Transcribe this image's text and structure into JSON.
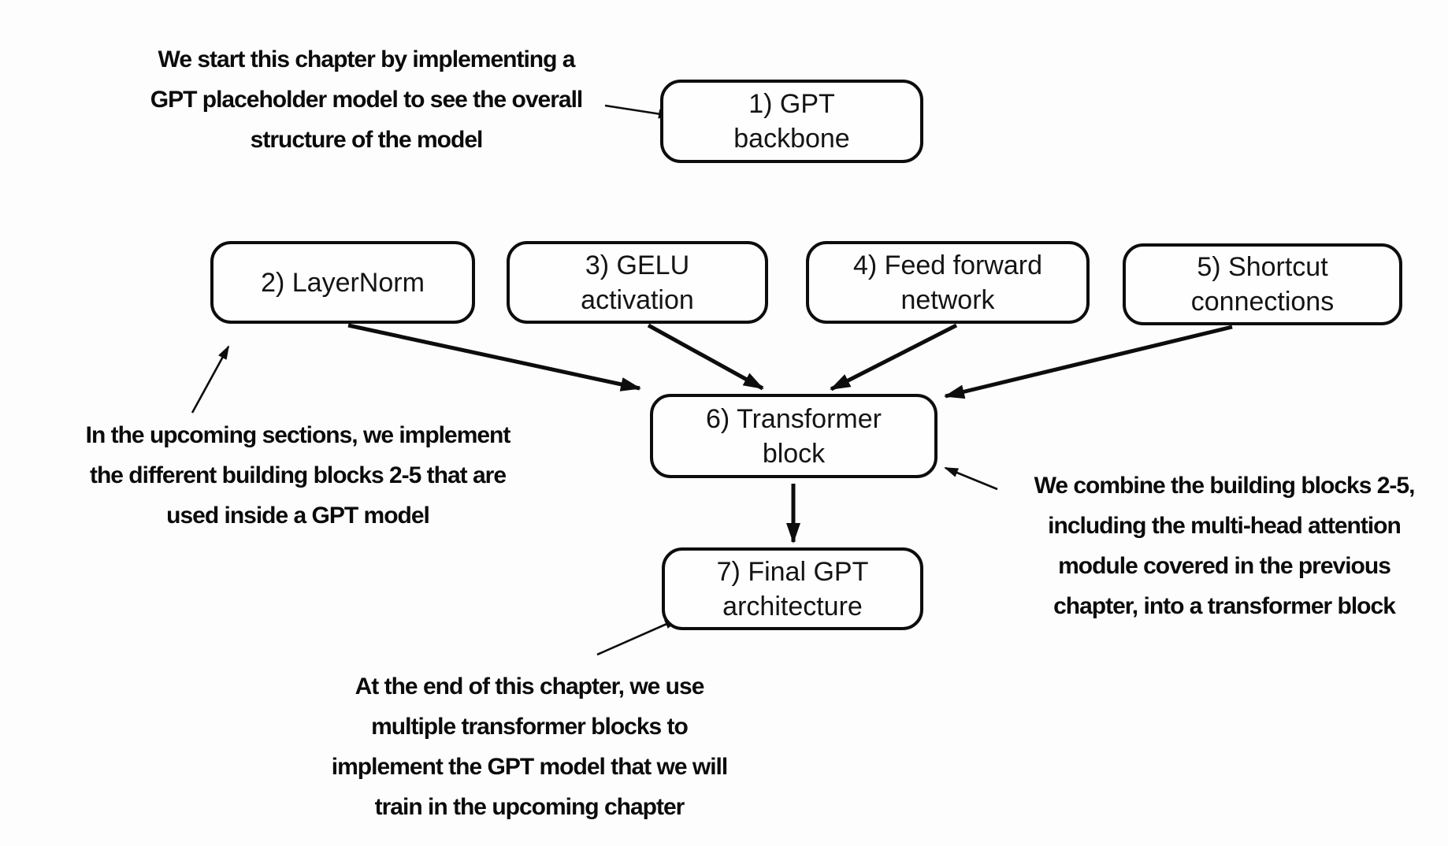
{
  "figure": {
    "background_color": "#fdfdfd",
    "ink_color": "#0d0d0d",
    "description": "Flowchart of GPT model implementation steps"
  },
  "nodes": [
    {
      "id": "gpt-backbone",
      "line1": "1) GPT",
      "line2": "backbone"
    },
    {
      "id": "layernorm",
      "line1": "2) LayerNorm",
      "line2": ""
    },
    {
      "id": "gelu-activation",
      "line1": "3) GELU",
      "line2": "activation"
    },
    {
      "id": "feed-forward-network",
      "line1": "4) Feed forward",
      "line2": "network"
    },
    {
      "id": "shortcut-connections",
      "line1": "5) Shortcut",
      "line2": "connections"
    },
    {
      "id": "transformer-block",
      "line1": "6) Transformer",
      "line2": "block"
    },
    {
      "id": "final-gpt-architecture",
      "line1": "7) Final GPT",
      "line2": "architecture"
    }
  ],
  "annotations": {
    "top_left": {
      "lines": [
        "We start this chapter by implementing a",
        "GPT placeholder model to see the overall",
        "structure of the model"
      ]
    },
    "left": {
      "lines": [
        "In the upcoming sections, we implement",
        "the different building blocks 2-5 that are",
        "used inside a GPT model"
      ]
    },
    "right": {
      "lines": [
        "We combine the building blocks 2-5,",
        "including the multi-head attention",
        "module covered in the previous",
        "chapter, into a transformer block"
      ]
    },
    "bottom": {
      "lines": [
        "At the end of this chapter, we use",
        "multiple transformer blocks to",
        "implement the GPT model that we will",
        "train in the upcoming chapter"
      ]
    }
  },
  "edges": [
    {
      "from": "note-top-left",
      "to": "gpt-backbone"
    },
    {
      "from": "note-left",
      "to": "layernorm"
    },
    {
      "from": "layernorm",
      "to": "transformer-block"
    },
    {
      "from": "gelu-activation",
      "to": "transformer-block"
    },
    {
      "from": "feed-forward-network",
      "to": "transformer-block"
    },
    {
      "from": "shortcut-connections",
      "to": "transformer-block"
    },
    {
      "from": "transformer-block",
      "to": "final-gpt-architecture"
    },
    {
      "from": "note-right",
      "to": "transformer-block"
    },
    {
      "from": "note-bottom",
      "to": "final-gpt-architecture"
    }
  ]
}
